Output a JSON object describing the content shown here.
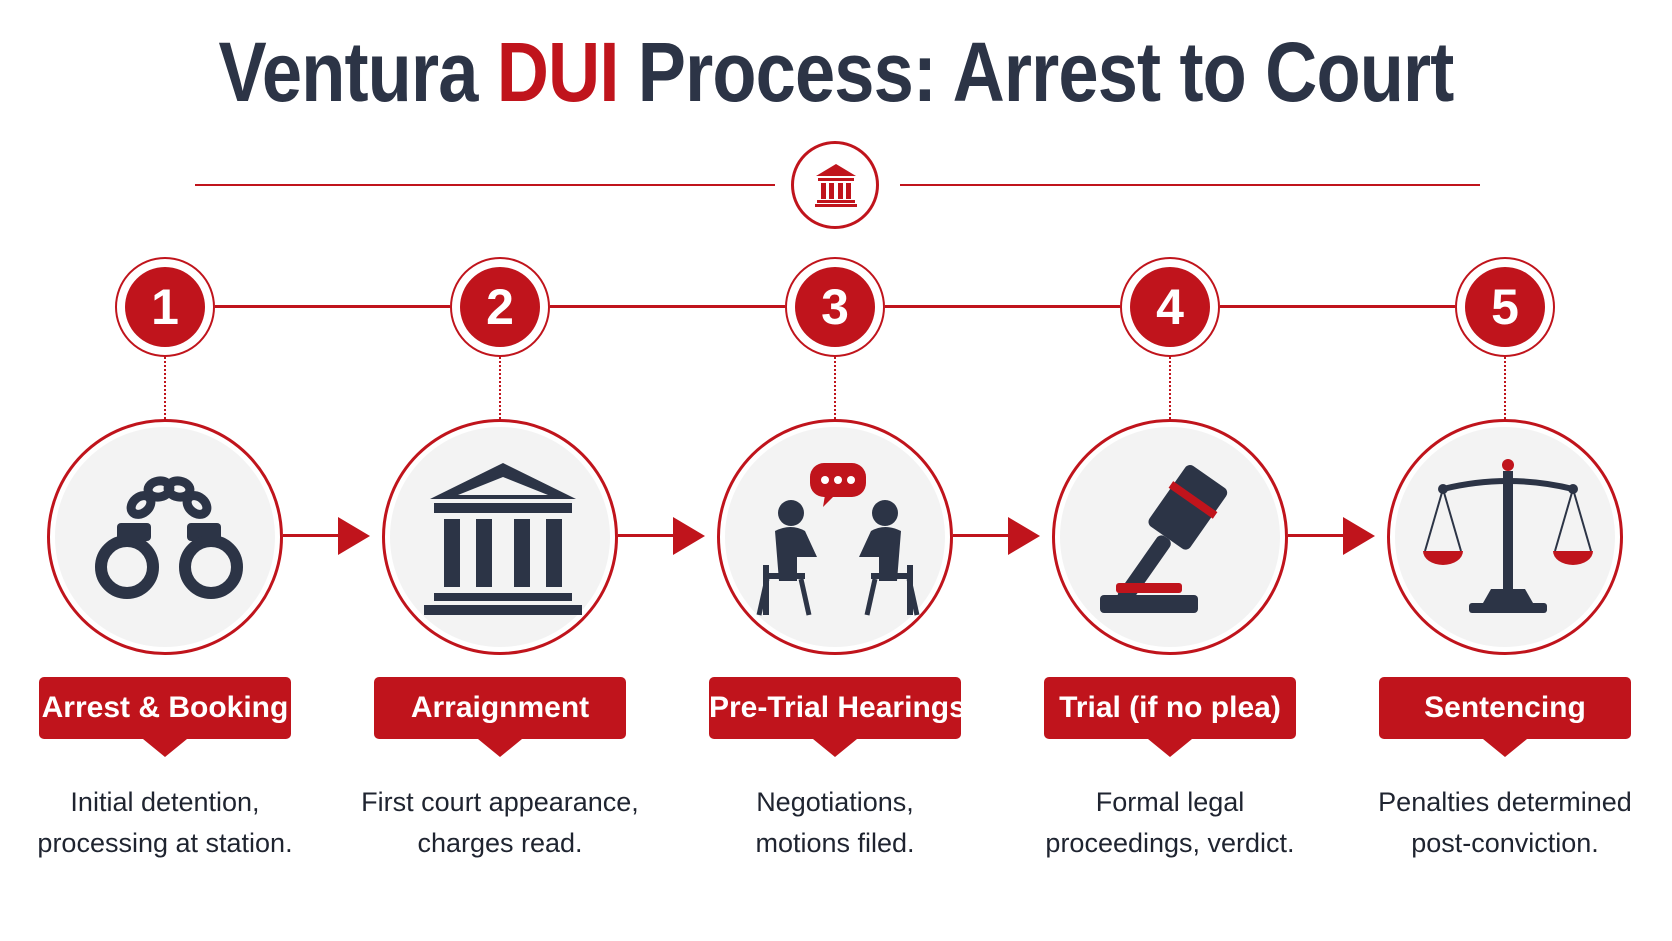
{
  "title": {
    "part1": "Ventura ",
    "accent": "DUI",
    "part2": " Process: Arrest to Court"
  },
  "header_icon": "courthouse-icon",
  "colors": {
    "accent": "#c0141c",
    "navy": "#2c3446",
    "circle_bg": "#f3f3f3"
  },
  "steps": [
    {
      "number": "1",
      "label": "Arrest & Booking",
      "desc_line1": "Initial detention,",
      "desc_line2": "processing at station.",
      "icon": "handcuffs-icon"
    },
    {
      "number": "2",
      "label": "Arraignment",
      "desc_line1": "First court appearance,",
      "desc_line2": "charges read.",
      "icon": "courthouse-icon"
    },
    {
      "number": "3",
      "label": "Pre-Trial Hearings",
      "desc_line1": "Negotiations,",
      "desc_line2": "motions filed.",
      "icon": "meeting-icon"
    },
    {
      "number": "4",
      "label": "Trial (if no plea)",
      "desc_line1": "Formal legal",
      "desc_line2": "proceedings, verdict.",
      "icon": "gavel-icon"
    },
    {
      "number": "5",
      "label": "Sentencing",
      "desc_line1": "Penalties determined",
      "desc_line2": "post-conviction.",
      "icon": "scales-icon"
    }
  ]
}
